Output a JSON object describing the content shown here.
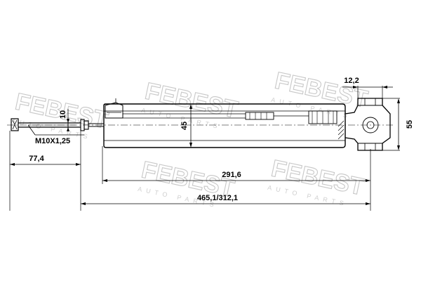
{
  "drawing": {
    "brand": "FEBEST",
    "brand_sub": "AUTO PARTS",
    "dimensions": {
      "thread": "M10X1,25",
      "rod_stub": "10",
      "body_dia": "45",
      "eye_width": "12,2",
      "eye_height": "55",
      "rod_length": "77,4",
      "body_length": "291,6",
      "total_length": "465,1/312,1"
    }
  }
}
